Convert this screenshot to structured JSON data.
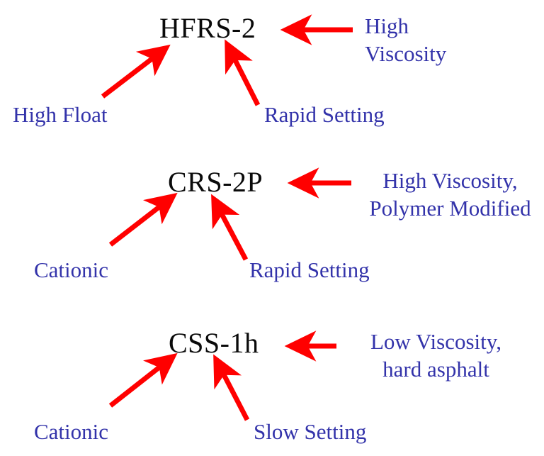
{
  "figure": {
    "type": "diagram",
    "subtype": "annotated-nomenclature-breakdown",
    "background_color": "#ffffff",
    "node_text_color": "#0a0a0a",
    "annotation_text_color": "#3333aa",
    "arrow_color": "#ff0000"
  },
  "groups": [
    {
      "id": "hfrs-2",
      "node": "HFRS-2",
      "annotations": {
        "left": "High Float",
        "bottom_right": "Rapid Setting",
        "right": [
          "High",
          "Viscosity"
        ]
      }
    },
    {
      "id": "crs-2p",
      "node": "CRS-2P",
      "annotations": {
        "left": "Cationic",
        "bottom_right": "Rapid Setting",
        "right": [
          "High Viscosity,",
          "Polymer Modified"
        ]
      }
    },
    {
      "id": "css-1h",
      "node": "CSS-1h",
      "annotations": {
        "left": "Cationic",
        "bottom_right": "Slow Setting",
        "right": [
          "Low Viscosity,",
          "hard asphalt"
        ]
      }
    }
  ]
}
